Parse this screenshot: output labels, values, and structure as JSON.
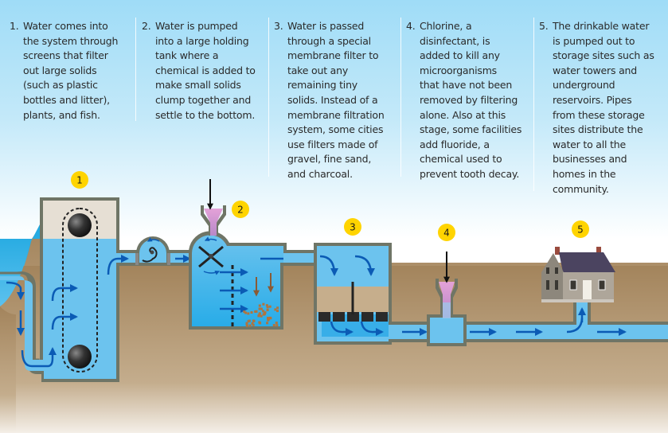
{
  "diagram": {
    "type": "process-diagram",
    "steps": [
      {
        "number": "1.",
        "badge": "1",
        "text": "Water comes into\nthe system through\nscreens that filter\nout large solids\n(such as plastic\nbottles and litter),\nplants, and fish."
      },
      {
        "number": "2.",
        "badge": "2",
        "text": "Water is pumped\ninto a large holding\ntank where a\nchemical is added to\nmake small solids\nclump together and\nsettle to the bottom."
      },
      {
        "number": "3.",
        "badge": "3",
        "text": "Water is passed\nthrough a special\nmembrane filter to\ntake out any\nremaining tiny\nsolids. Instead of a\nmembrane filtration\nsystem, some cities\nuse filters made of\ngravel, fine sand,\nand charcoal."
      },
      {
        "number": "4.",
        "badge": "4",
        "text": "Chlorine, a\ndisinfectant, is\nadded to kill any\nmicroorganisms\nthat have not been\nremoved by filtering\nalone. Also at this\nstage, some facilities\nadd fluoride, a\nchemical used to\nprevent tooth decay."
      },
      {
        "number": "5.",
        "badge": "5",
        "text": "The drinkable water\nis pumped out to\nstorage sites such as\nwater towers and\nunderground\nreservoirs. Pipes\nfrom these storage\nsites distribute the\nwater to all the\nbusinesses and\nhomes in the\ncommunity."
      }
    ],
    "colors": {
      "water": "#6cc3ee",
      "water_deep": "#2fb0e8",
      "pipe_wall": "#6f7566",
      "ground": "#a88a62",
      "flow_arrow": "#0b5bb5",
      "badge": "#ffd400",
      "chemical": "#c98bc4"
    }
  }
}
